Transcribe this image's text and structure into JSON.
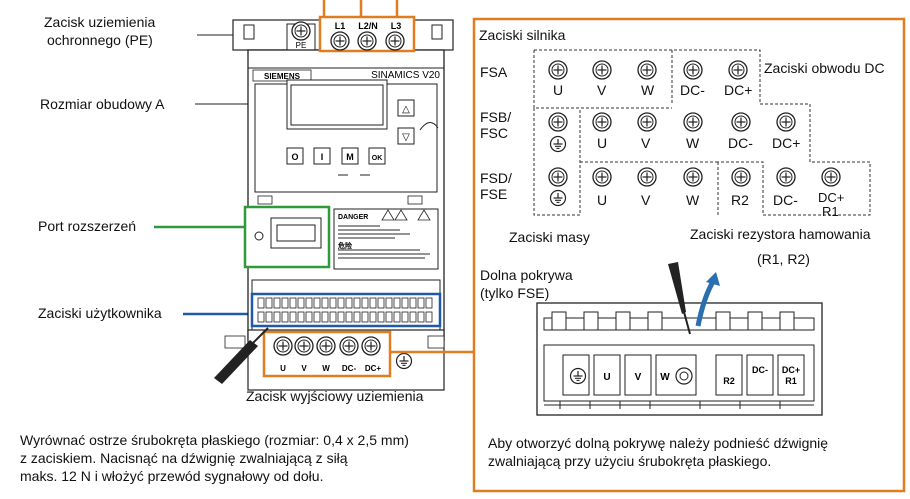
{
  "left_labels": {
    "pe_line1": "Zacisk uziemienia",
    "pe_line2": "ochronnego (PE)",
    "frame_size": "Rozmiar obudowy A",
    "expansion_port": "Port rozszerzeń",
    "user_terminals": "Zaciski użytkownika",
    "output_ground": "Zacisk wyjściowy uziemienia"
  },
  "device": {
    "brand": "SIEMENS",
    "model": "SINAMICS V20",
    "mains_terminals": [
      "L1",
      "L2/N",
      "L3"
    ],
    "pe_mark": "PE",
    "bottom_terminals": [
      "U",
      "V",
      "W",
      "DC-",
      "DC+"
    ],
    "keys": [
      "O",
      "I",
      "M",
      "OK"
    ],
    "danger_title": "DANGER",
    "danger_sub": "危险"
  },
  "instruction_left": {
    "line1": "Wyrównać ostrze śrubokręta płaskiego (rozmiar: 0,4 x 2,5 mm)",
    "line2": "z zaciskiem. Nacisnąć na dźwignię zwalniającą z siłą",
    "line3": "maks. 12 N i włożyć przewód sygnałowy od dołu."
  },
  "right_panel": {
    "motor_terminals_title": "Zaciski silnika",
    "dc_terminals_title": "Zaciski obwodu DC",
    "rows": [
      {
        "label": "FSA",
        "terminals": [
          "U",
          "V",
          "W",
          "DC-",
          "DC+"
        ]
      },
      {
        "label_line1": "FSB/",
        "label_line2": "FSC",
        "terminals": [
          "U",
          "V",
          "W",
          "DC-",
          "DC+"
        ]
      },
      {
        "label_line1": "FSD/",
        "label_line2": "FSE",
        "terminals": [
          "U",
          "V",
          "W",
          "R2",
          "DC-",
          "DC+",
          "R1"
        ]
      }
    ],
    "ground_terminals": "Zaciski masy",
    "brake_resistor_terminals": "Zaciski rezystora hamowania",
    "brake_resistor_ids": "(R1, R2)",
    "bottom_cover_line1": "Dolna pokrywa",
    "bottom_cover_line2": "(tylko FSE)",
    "cover_terminals": [
      "U",
      "V",
      "W",
      "R2",
      "DC-",
      "DC+",
      "R1"
    ],
    "instruction_line1": "Aby otworzyć dolną pokrywę należy podnieść dźwignię",
    "instruction_line2": "zwalniającą przy użyciu śrubokręta płaskiego."
  },
  "colors": {
    "orange": "#e07d20",
    "green": "#2e9a3a",
    "blue": "#1f5aa6"
  }
}
